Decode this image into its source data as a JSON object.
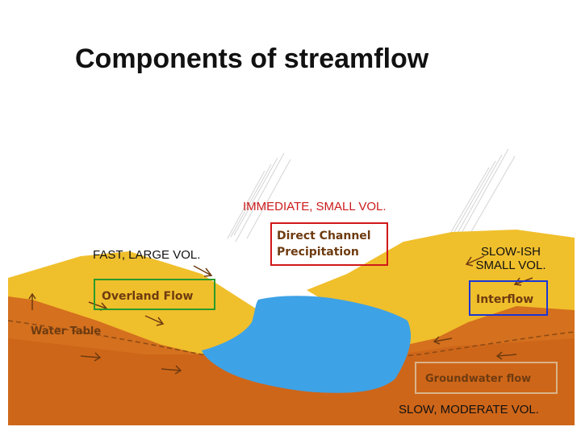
{
  "title": "Components of streamflow",
  "callouts": {
    "immediate": "IMMEDIATE, SMALL VOL.",
    "fast": "FAST, LARGE VOL.",
    "slowish_line1": "SLOW-ISH",
    "slowish_line2": "SMALL VOL.",
    "slow": "SLOW, MODERATE VOL."
  },
  "diagram_labels": {
    "direct_line1": "Direct Channel",
    "direct_line2": "Precipitation",
    "overland": "Overland Flow",
    "interflow": "Interflow",
    "water_table": "Water Table",
    "groundwater": "Groundwater flow"
  },
  "colors": {
    "sky": "#ffffff",
    "soil": "#d4701e",
    "slope": "#f0bf2c",
    "water": "#3ea2e6",
    "box_red": "#d01818",
    "box_green": "#2a9a2a",
    "box_blue": "#1a36d8",
    "box_tan": "#d8b48a"
  }
}
